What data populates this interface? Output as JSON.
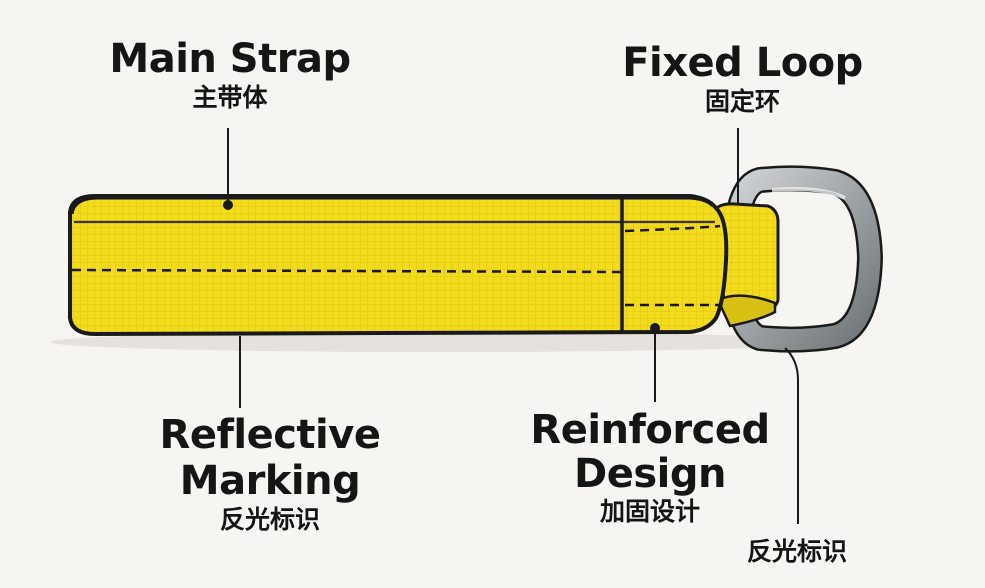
{
  "labels": {
    "main_strap": {
      "en": "Main Strap",
      "zh": "主带体"
    },
    "fixed_loop": {
      "en": "Fixed Loop",
      "zh": "固定环"
    },
    "reflective_marking": {
      "en": "Reflective Marking",
      "zh": "反光标识"
    },
    "reinforced_design": {
      "en_line1": "Reinforced",
      "en_line2": "Design",
      "zh": "加固设计"
    },
    "reflective_marking_2": {
      "zh": "反光标识"
    }
  },
  "colors": {
    "strap": "#f3dc1e",
    "outline": "#1a1a1a",
    "ring": "#9ea3a6",
    "background": "#f7f5f1"
  }
}
